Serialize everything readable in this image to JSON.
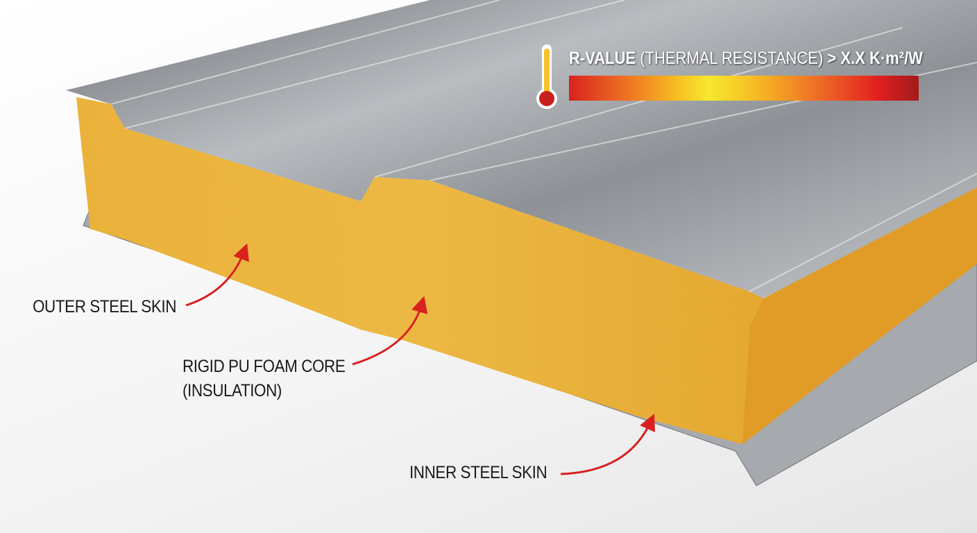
{
  "rvalue": {
    "label_bold": "R-VALUE",
    "label_light": "(THERMAL RESISTANCE)",
    "comparator": ">",
    "value": "X.X K·m²/W",
    "gradient_colors": [
      "#d8231f",
      "#f7c322",
      "#f5e92e",
      "#e2201f",
      "#a11c1c"
    ],
    "icon": "thermometer-icon"
  },
  "labels": {
    "outer": "OUTER STEEL SKIN",
    "core_line1": "RIGID PU FOAM CORE",
    "core_line2": "(INSULATION)",
    "inner": "INNER STEEL SKIN"
  },
  "colors": {
    "arrow": "#d8201e",
    "foam": "#f2b53a",
    "steel": "#9a9ea3"
  }
}
